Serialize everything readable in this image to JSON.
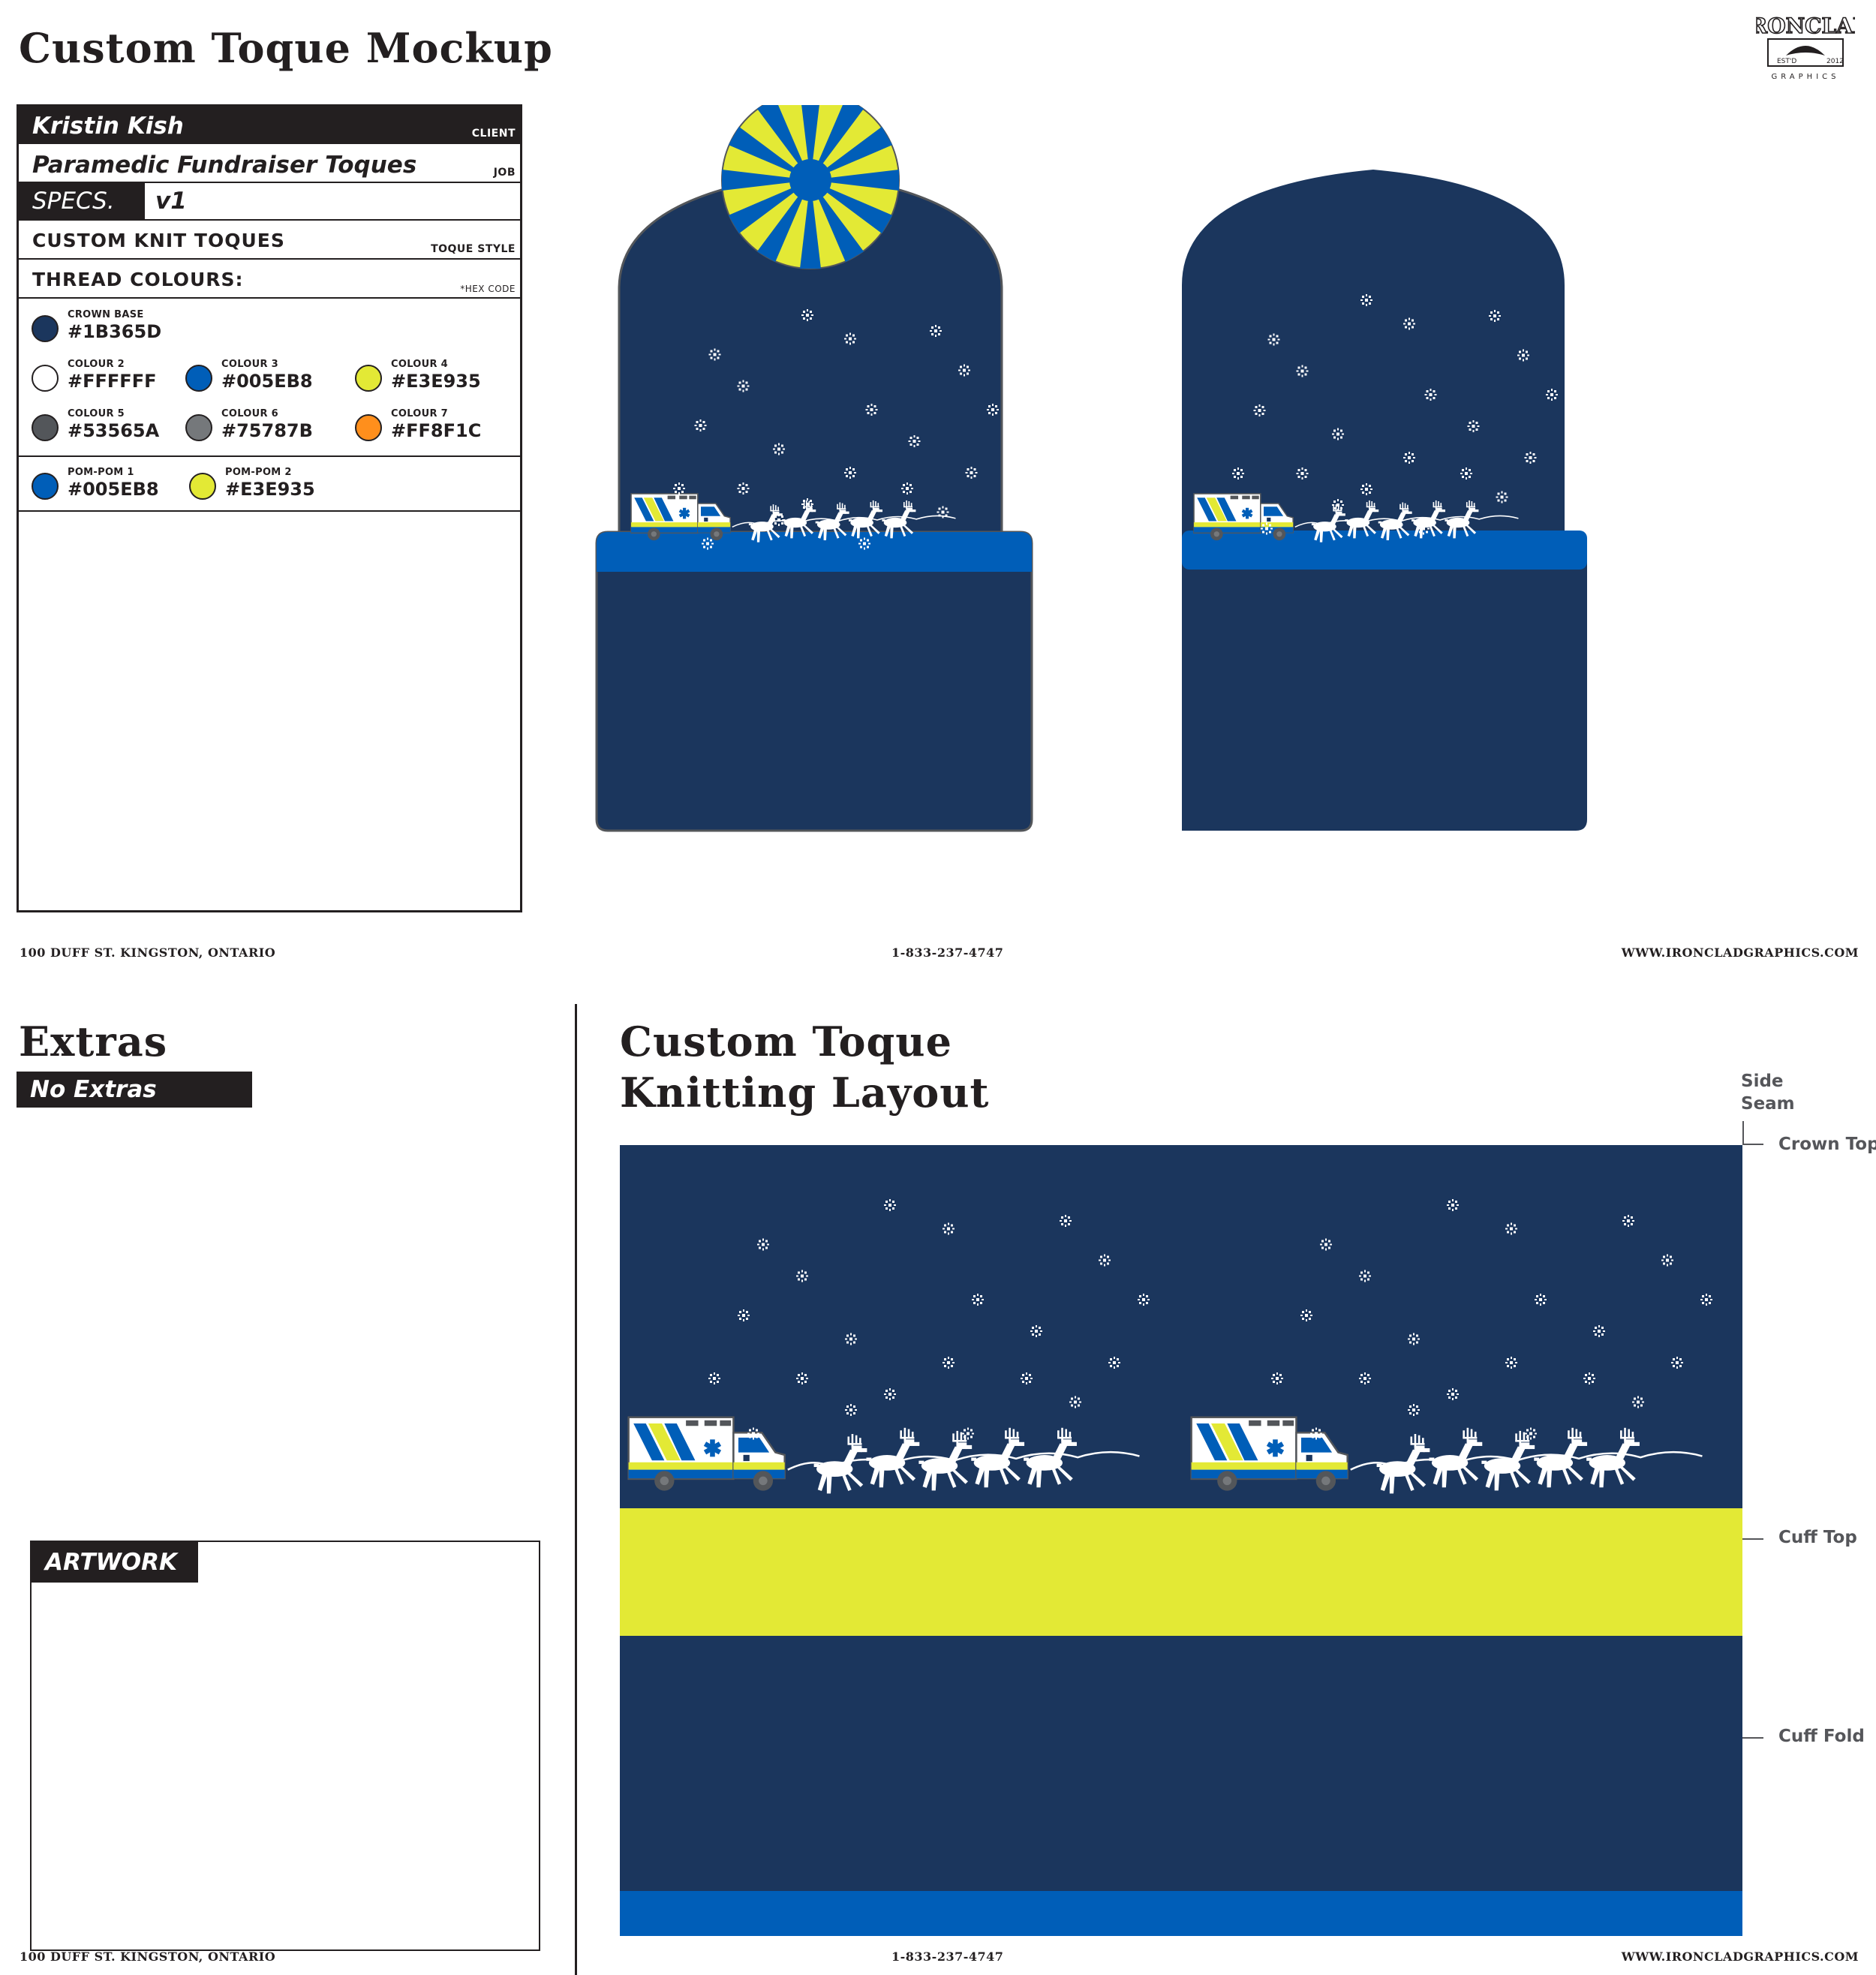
{
  "mockup": {
    "title": "Custom Toque Mockup"
  },
  "logo": {
    "brand": "IRONCLAD",
    "tagline": "GRAPHICS",
    "est": "EST'D",
    "year": "2012"
  },
  "spec": {
    "client": "Kristin Kish",
    "client_caption": "CLIENT",
    "job": "Paramedic Fundraiser Toques",
    "job_caption": "JOB",
    "specs_label": "SPECS.",
    "version": "v1",
    "style": "CUSTOM KNIT TOQUES",
    "style_caption": "TOQUE STYLE",
    "thread_heading": "THREAD COLOURS:",
    "thread_caption": "*HEX CODE",
    "colours": [
      {
        "label": "CROWN BASE",
        "hex": "#1B365D",
        "color": "#1B365D"
      },
      {
        "label": "COLOUR 2",
        "hex": "#FFFFFF",
        "color": "#FFFFFF"
      },
      {
        "label": "COLOUR 3",
        "hex": "#005EB8",
        "color": "#005EB8"
      },
      {
        "label": "COLOUR 4",
        "hex": "#E3E935",
        "color": "#E3E935"
      },
      {
        "label": "COLOUR 5",
        "hex": "#53565A",
        "color": "#53565A"
      },
      {
        "label": "COLOUR 6",
        "hex": "#75787B",
        "color": "#75787B"
      },
      {
        "label": "COLOUR 7",
        "hex": "#FF8F1C",
        "color": "#FF8F1C"
      }
    ],
    "pompoms": [
      {
        "label": "POM-POM 1",
        "hex": "#005EB8",
        "color": "#005EB8"
      },
      {
        "label": "POM-POM 2",
        "hex": "#E3E935",
        "color": "#E3E935"
      }
    ]
  },
  "footer": {
    "address": "100 DUFF ST. KINGSTON, ONTARIO",
    "phone": "1-833-237-4747",
    "web": "WWW.IRONCLADGRAPHICS.COM"
  },
  "extras": {
    "title": "Extras",
    "value": "No Extras"
  },
  "artwork": {
    "label": "ARTWORK"
  },
  "layout": {
    "title_line1": "Custom Toque",
    "title_line2": "Knitting Layout",
    "side_seam_1": "Side",
    "side_seam_2": "Seam",
    "crown_top": "Crown Top",
    "cuff_top": "Cuff Top",
    "cuff_fold": "Cuff Fold"
  },
  "palette": {
    "navy": "#1B365D",
    "white": "#FFFFFF",
    "royal": "#005EB8",
    "yellow": "#E3E935",
    "dark_grey": "#53565A",
    "grey": "#75787B"
  }
}
